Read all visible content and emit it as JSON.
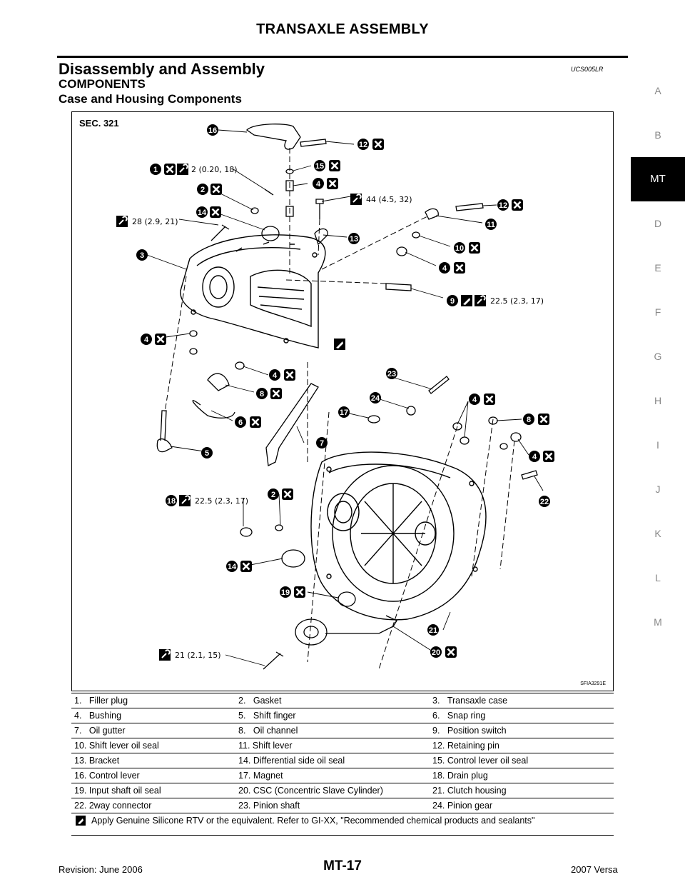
{
  "header": {
    "title": "TRANSAXLE ASSEMBLY"
  },
  "section": {
    "title": "Disassembly and Assembly",
    "code": "UCS005LR",
    "subtitle": "COMPONENTS",
    "subsubtitle": "Case and Housing Components"
  },
  "side_index": [
    "A",
    "B",
    "MT",
    "D",
    "E",
    "F",
    "G",
    "H",
    "I",
    "J",
    "K",
    "L",
    "M"
  ],
  "side_index_active": "MT",
  "figure": {
    "sec_label": "SEC. 321",
    "code": "SFIA3291E",
    "torques": {
      "t1": "2 (0.20, 18)",
      "t2": "44 (4.5, 32)",
      "t3": "28 (2.9, 21)",
      "t4": "22.5 (2.3, 17)",
      "t5": "22.5 (2.3, 17)",
      "t6": "21 (2.1, 15)"
    },
    "callouts": {
      "n1": "1",
      "n2": "2",
      "n2b": "2",
      "n3": "3",
      "n4": "4",
      "n4b": "4",
      "n4c": "4",
      "n4d": "4",
      "n4e": "4",
      "n4f": "4",
      "n5": "5",
      "n6": "6",
      "n7": "7",
      "n8": "8",
      "n8b": "8",
      "n9": "9",
      "n10": "10",
      "n11": "11",
      "n12": "12",
      "n12b": "12",
      "n13": "13",
      "n14": "14",
      "n14b": "14",
      "n15": "15",
      "n16": "16",
      "n17": "17",
      "n18": "18",
      "n19": "19",
      "n20": "20",
      "n21": "21",
      "n22": "22",
      "n23": "23",
      "n24": "24"
    }
  },
  "legend": {
    "rows": [
      [
        "1.   Filler plug",
        "2.   Gasket",
        "3.   Transaxle case"
      ],
      [
        "4.   Bushing",
        "5.   Shift finger",
        "6.   Snap ring"
      ],
      [
        "7.   Oil gutter",
        "8.   Oil channel",
        "9.   Position switch"
      ],
      [
        "10. Shift lever oil seal",
        "11. Shift lever",
        "12. Retaining pin"
      ],
      [
        "13. Bracket",
        "14. Differential side oil seal",
        "15. Control lever oil seal"
      ],
      [
        "16. Control lever",
        "17. Magnet",
        "18. Drain plug"
      ],
      [
        "19. Input shaft oil seal",
        "20. CSC (Concentric Slave Cylinder)",
        "21. Clutch housing"
      ],
      [
        "22. 2way connector",
        "23. Pinion shaft",
        "24. Pinion gear"
      ]
    ],
    "note": "Apply Genuine Silicone RTV or the equivalent. Refer to GI-XX, \"Recommended chemical products and sealants\""
  },
  "footer": {
    "revision": "Revision: June 2006",
    "page": "MT-17",
    "model": "2007 Versa"
  }
}
